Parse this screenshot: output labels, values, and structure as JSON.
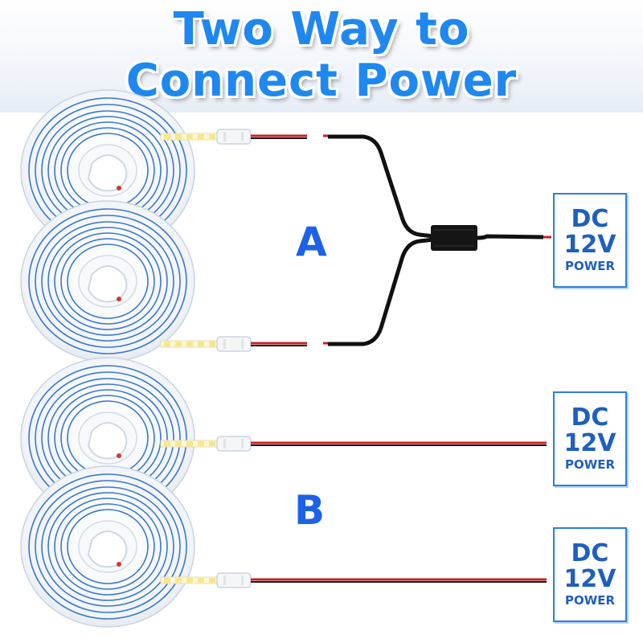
{
  "title": {
    "line1": "Two Way to",
    "line2": "Connect Power"
  },
  "methods": [
    {
      "label": "A",
      "strip_count": 2,
      "connection": "Y splitter cable to one power supply"
    },
    {
      "label": "B",
      "strip_count": 2,
      "connection": "each strip to its own power supply"
    }
  ],
  "power_supplies": [
    {
      "line1": "DC",
      "line2": "12V",
      "line3": "POWER"
    },
    {
      "line1": "DC",
      "line2": "12V",
      "line3": "POWER"
    },
    {
      "line1": "DC",
      "line2": "12V",
      "line3": "POWER"
    }
  ],
  "colors": {
    "title": "#1e88f0",
    "label": "#1c62e8",
    "box_border": "#2b7de0",
    "box_text": "#1f5fbf",
    "wire_red": "#c8202a",
    "wire_black": "#1a1a1a",
    "strip_blue": "#3b78c9"
  }
}
